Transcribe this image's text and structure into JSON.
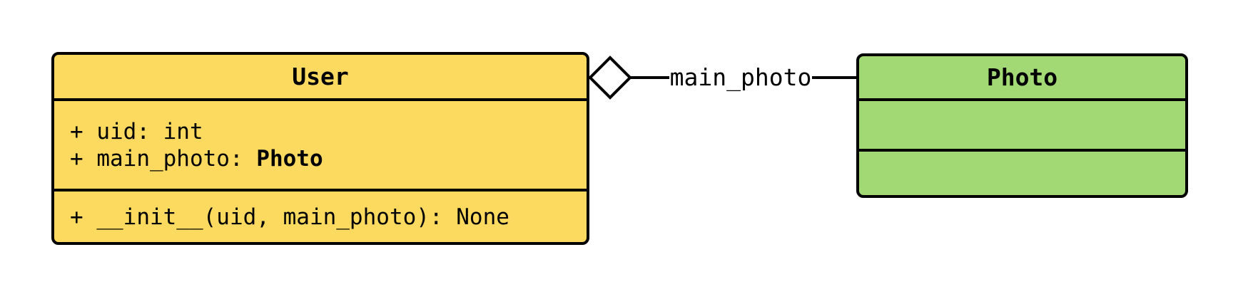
{
  "colors": {
    "user-fill": "#FCD95F",
    "photo-fill": "#A2D974",
    "stroke": "#000000",
    "diamond-fill": "#FFFFFF",
    "background": "#FFFFFF"
  },
  "classes": [
    {
      "name": "User",
      "attributes": [
        {
          "text": "+ uid: int"
        },
        {
          "text": "+ main_photo: ",
          "bold": "Photo"
        }
      ],
      "methods": [
        {
          "text": "+ __init__(uid, main_photo): None"
        }
      ]
    },
    {
      "name": "Photo",
      "attributes": [],
      "methods": []
    }
  ],
  "relationship": {
    "type": "aggregation",
    "from": "User",
    "to": "Photo",
    "label": "main_photo"
  }
}
